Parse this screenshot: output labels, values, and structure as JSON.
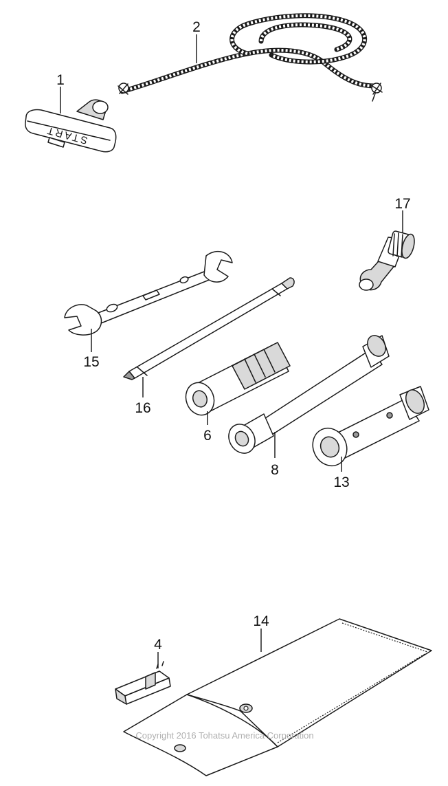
{
  "parts": [
    {
      "id": "1",
      "label": "1",
      "name": "starter-handle"
    },
    {
      "id": "2",
      "label": "2",
      "name": "starter-rope"
    },
    {
      "id": "17",
      "label": "17",
      "name": "hose-adapter"
    },
    {
      "id": "15",
      "label": "15",
      "name": "double-end-wrench"
    },
    {
      "id": "16",
      "label": "16",
      "name": "screwdriver"
    },
    {
      "id": "6",
      "label": "6",
      "name": "socket-wrench"
    },
    {
      "id": "8",
      "label": "8",
      "name": "box-wrench-long"
    },
    {
      "id": "13",
      "label": "13",
      "name": "box-wrench-short"
    },
    {
      "id": "14",
      "label": "14",
      "name": "tool-bag"
    },
    {
      "id": "4",
      "label": "4",
      "name": "stop-switch-clip"
    }
  ],
  "handle_text": "START",
  "copyright": "Copyright 2016 Tohatsu America Corporation"
}
